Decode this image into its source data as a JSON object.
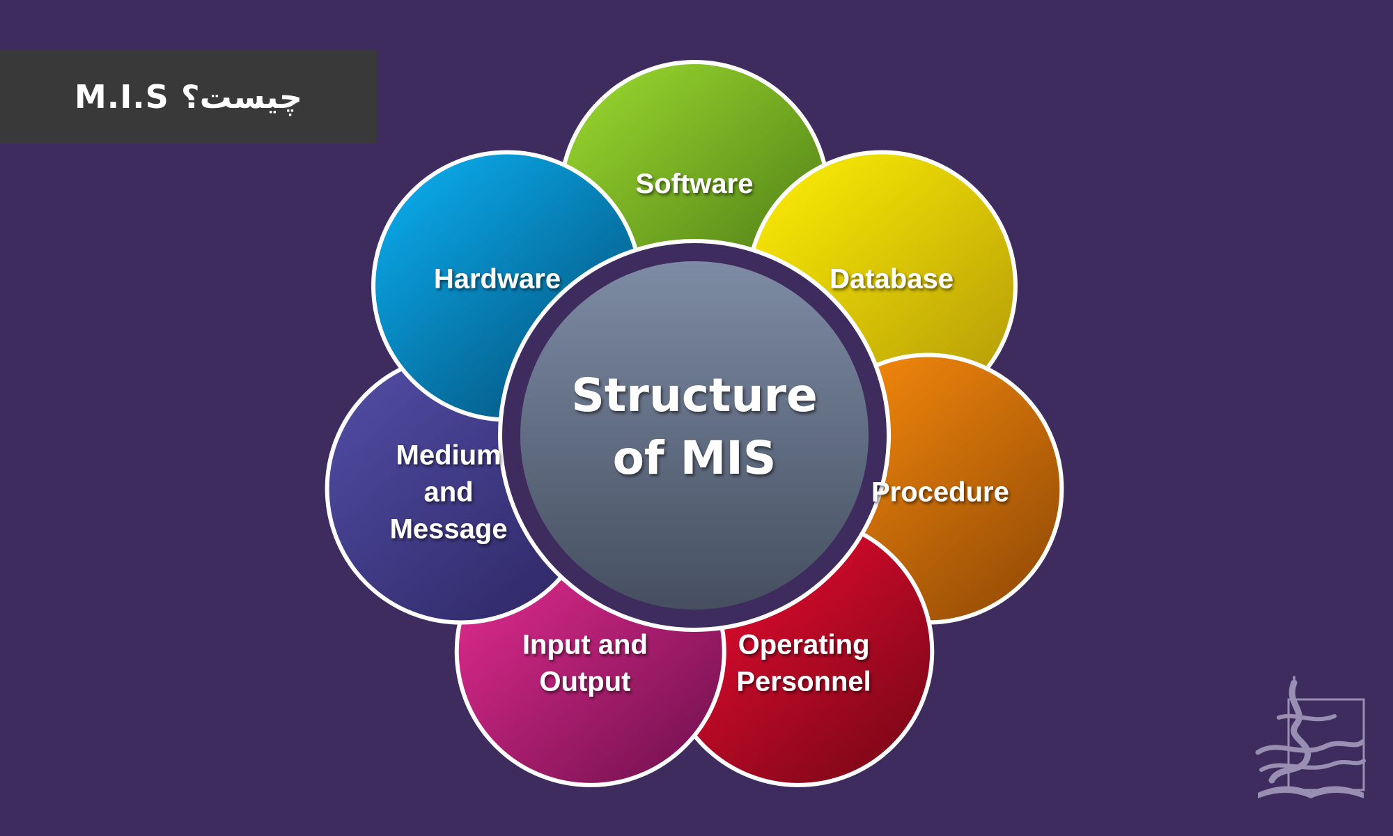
{
  "slide": {
    "title": "M.I.S  چیست؟",
    "background_color": "#3f2c5f"
  },
  "diagram": {
    "type": "radial-cycle",
    "center": {
      "lines": [
        "Structure",
        "of MIS"
      ],
      "color_top": "#7d8ba4",
      "color_bottom": "#454f60"
    },
    "petals": [
      {
        "id": "software",
        "lines": [
          "Software"
        ],
        "color_light": "#92cf2c",
        "color_dark": "#4f7d16"
      },
      {
        "id": "database",
        "lines": [
          "Database"
        ],
        "color_light": "#f6e603",
        "color_dark": "#b9a008"
      },
      {
        "id": "procedure",
        "lines": [
          "Procedure"
        ],
        "color_light": "#f2870c",
        "color_dark": "#9a4f06"
      },
      {
        "id": "operating-personnel",
        "lines": [
          "Operating",
          "Personnel"
        ],
        "color_light": "#ec0a32",
        "color_dark": "#800818"
      },
      {
        "id": "input-output",
        "lines": [
          "Input and",
          "Output"
        ],
        "color_light": "#e02b8e",
        "color_dark": "#7c1354"
      },
      {
        "id": "medium-message",
        "lines": [
          "Medium",
          "and",
          "Message"
        ],
        "color_light": "#4e4a9f",
        "color_dark": "#312a6a"
      },
      {
        "id": "hardware",
        "lines": [
          "Hardware"
        ],
        "color_light": "#0aa6e6",
        "color_dark": "#04557f"
      }
    ]
  },
  "logo": {
    "name": "university-logo-icon"
  }
}
